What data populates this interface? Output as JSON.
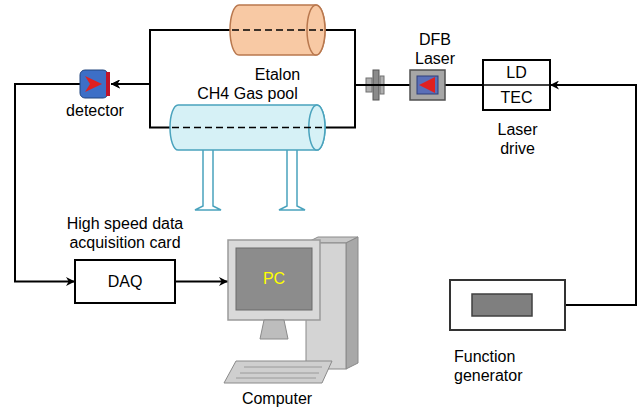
{
  "diagram": {
    "nodes": [
      {
        "text": [
          "Etalon"
        ]
      },
      {
        "text": [
          "CH4 Gas pool"
        ]
      },
      {
        "text": [
          "DFB Laser"
        ]
      },
      {
        "text": [
          "LD",
          "TEC",
          "Laser drive"
        ]
      },
      {
        "text": [
          "detector"
        ]
      },
      {
        "text": [
          "High speed data acquisition card",
          "DAQ"
        ]
      },
      {
        "text": [
          "PC",
          "Computer"
        ]
      },
      {
        "text": [
          "Function generator"
        ]
      }
    ],
    "edges": [
      {
        "from": 2,
        "to": 0,
        "arrow": "none"
      },
      {
        "from": 2,
        "to": 1,
        "arrow": "none"
      },
      {
        "from": 0,
        "to": 4,
        "arrow": "to"
      },
      {
        "from": 1,
        "to": 4,
        "arrow": "to"
      },
      {
        "from": 4,
        "to": 5,
        "arrow": "to"
      },
      {
        "from": 5,
        "to": 6,
        "arrow": "to"
      },
      {
        "from": 7,
        "to": 3,
        "arrow": "to"
      },
      {
        "from": 3,
        "to": 2,
        "arrow": "none"
      }
    ]
  }
}
